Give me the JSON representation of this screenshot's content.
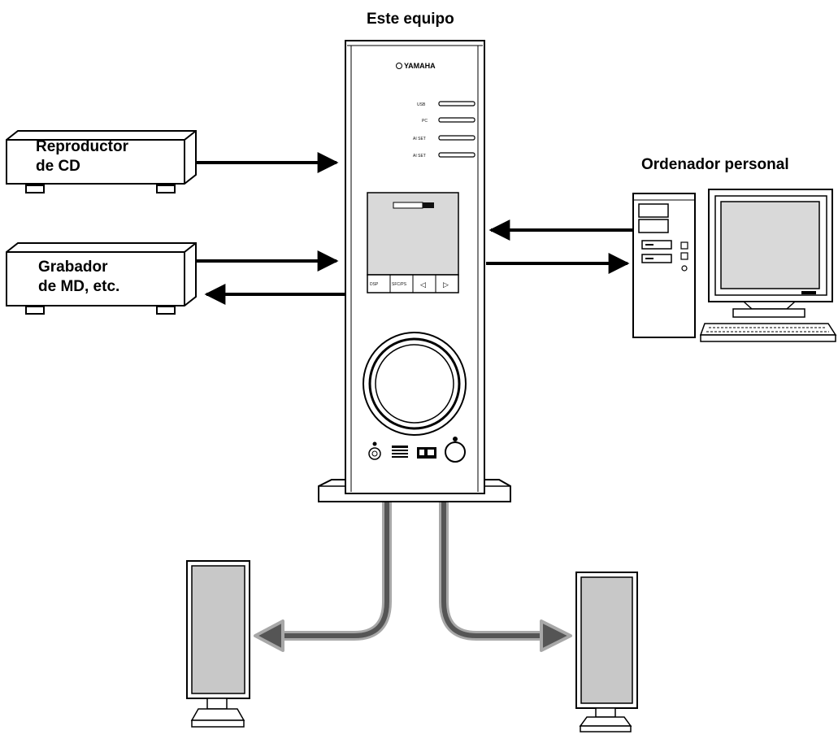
{
  "labels": {
    "main_unit": "Este equipo",
    "cd_player_line1": "Reproductor",
    "cd_player_line2": "de CD",
    "md_recorder_line1": "Grabador",
    "md_recorder_line2": "de MD, etc.",
    "computer": "Ordenador personal"
  },
  "unit": {
    "brand": "YAMAHA",
    "indicators": [
      "USB",
      "PC",
      "AI SET",
      "AI SET"
    ],
    "buttons": [
      "DSP",
      "SFC/PS",
      "◁",
      "▷"
    ]
  },
  "colors": {
    "line": "#000000",
    "speaker_fill": "#c8c8c8",
    "screen_fill": "#d9d9d9",
    "cable": "#555555",
    "cable_glow": "#a8a8a8"
  },
  "icons": [
    "speaker-icon",
    "computer-icon",
    "cd-player-icon",
    "md-recorder-icon",
    "arrow-icon"
  ]
}
